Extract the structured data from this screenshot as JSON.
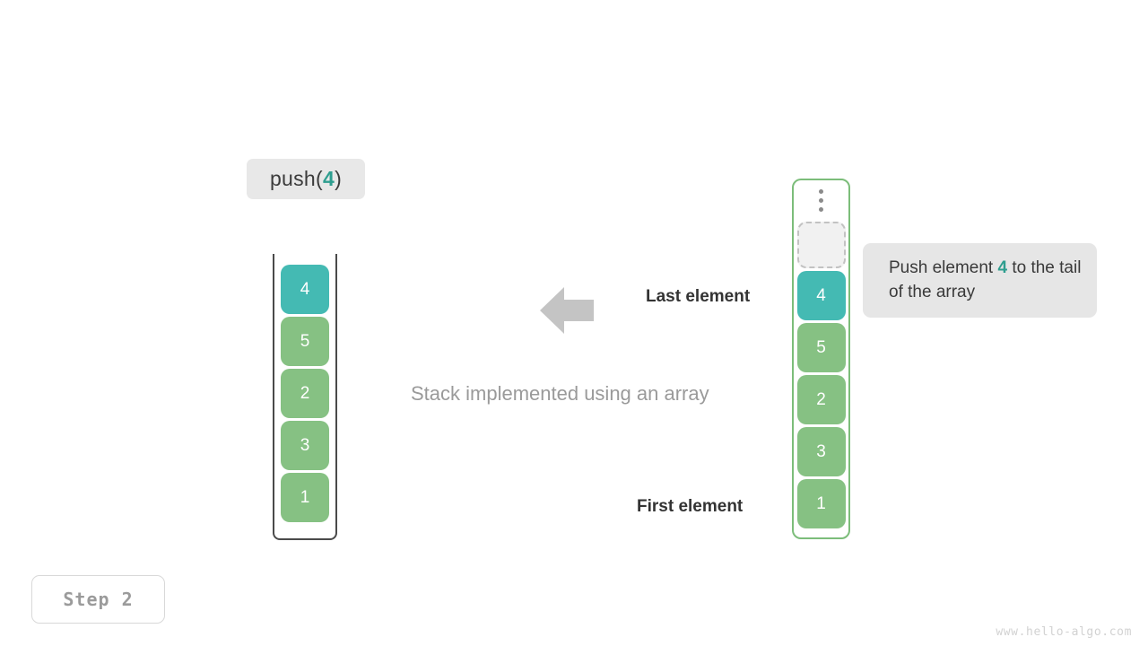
{
  "operation": {
    "prefix": "push(",
    "argument": "4",
    "suffix": ")"
  },
  "stack_panel": {
    "name": "stack-implemented-using-an-array",
    "caption": "Stack implemented using an array",
    "cells_top_to_bottom": [
      "4",
      "5",
      "2",
      "3",
      "1"
    ],
    "highlight_index": 0
  },
  "array_panel": {
    "overflow_indicator": "vertical-ellipsis",
    "empty_slot_label": "",
    "cells_top_to_bottom": [
      "4",
      "5",
      "2",
      "3",
      "1"
    ],
    "highlight_index": 0
  },
  "labels": {
    "last_element": "Last element",
    "first_element": "First element"
  },
  "callout": {
    "text_before": "Push element ",
    "accent": "4",
    "text_after": " to the tail of the array"
  },
  "step": {
    "label": "Step 2"
  },
  "watermark": {
    "text": "www.hello-algo.com"
  },
  "colors": {
    "accent_teal": "#2e9e8f",
    "cell_green": "#86c183",
    "cell_highlight": "#44bab3",
    "array_border": "#7cbd7a",
    "stack_border": "#4a4a4a",
    "arrow_gray": "#c4c4c4",
    "chip_gray": "#e8e8e8",
    "callout_gray": "#e6e6e6"
  }
}
